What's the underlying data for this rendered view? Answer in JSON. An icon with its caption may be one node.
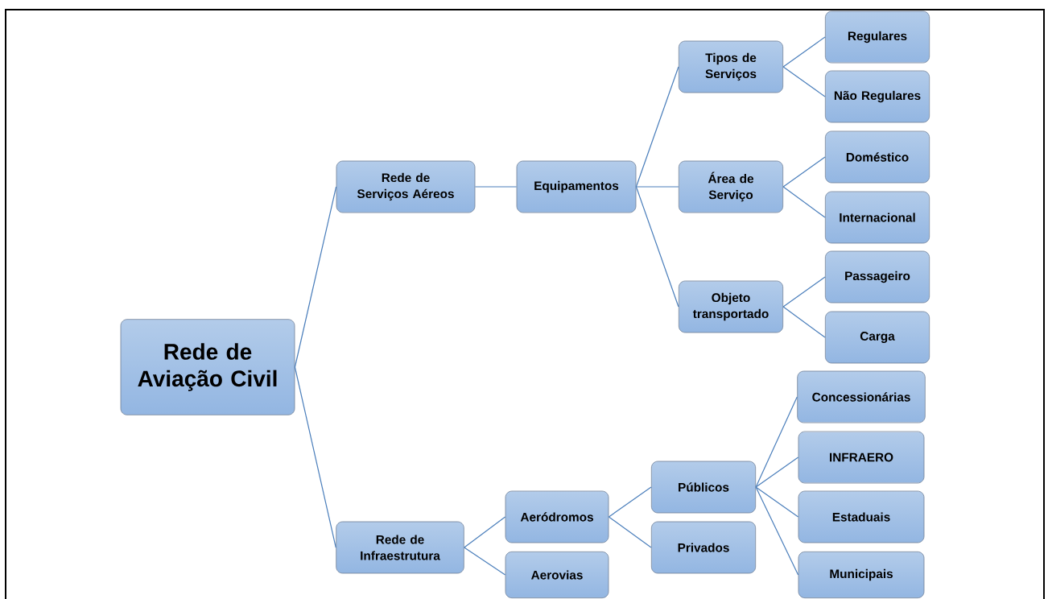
{
  "diagram": {
    "nodes": [
      {
        "text": [
          "Rede de Aviação Civil"
        ]
      },
      {
        "text": [
          "Rede de Serviços Aéreos"
        ]
      },
      {
        "text": [
          "Equipamentos"
        ]
      },
      {
        "text": [
          "Tipos de Serviços"
        ]
      },
      {
        "text": [
          "Regulares"
        ]
      },
      {
        "text": [
          "Não Regulares"
        ]
      },
      {
        "text": [
          "Área de Serviço"
        ]
      },
      {
        "text": [
          "Doméstico"
        ]
      },
      {
        "text": [
          "Internacional"
        ]
      },
      {
        "text": [
          "Objeto transportado"
        ]
      },
      {
        "text": [
          "Passageiro"
        ]
      },
      {
        "text": [
          "Carga"
        ]
      },
      {
        "text": [
          "Rede de Infraestrutura"
        ]
      },
      {
        "text": [
          "Aeródromos"
        ]
      },
      {
        "text": [
          "Aerovias"
        ]
      },
      {
        "text": [
          "Públicos"
        ]
      },
      {
        "text": [
          "Privados"
        ]
      },
      {
        "text": [
          "Concessionárias"
        ]
      },
      {
        "text": [
          "INFRAERO"
        ]
      },
      {
        "text": [
          "Estaduais"
        ]
      },
      {
        "text": [
          "Municipais"
        ]
      }
    ],
    "edges": [
      {
        "from": 0,
        "to": 1,
        "arrow": "none"
      },
      {
        "from": 0,
        "to": 12,
        "arrow": "none"
      },
      {
        "from": 1,
        "to": 2,
        "arrow": "none"
      },
      {
        "from": 2,
        "to": 3,
        "arrow": "none"
      },
      {
        "from": 2,
        "to": 6,
        "arrow": "none"
      },
      {
        "from": 2,
        "to": 9,
        "arrow": "none"
      },
      {
        "from": 3,
        "to": 4,
        "arrow": "none"
      },
      {
        "from": 3,
        "to": 5,
        "arrow": "none"
      },
      {
        "from": 6,
        "to": 7,
        "arrow": "none"
      },
      {
        "from": 6,
        "to": 8,
        "arrow": "none"
      },
      {
        "from": 9,
        "to": 10,
        "arrow": "none"
      },
      {
        "from": 9,
        "to": 11,
        "arrow": "none"
      },
      {
        "from": 12,
        "to": 13,
        "arrow": "none"
      },
      {
        "from": 12,
        "to": 14,
        "arrow": "none"
      },
      {
        "from": 13,
        "to": 15,
        "arrow": "none"
      },
      {
        "from": 13,
        "to": 16,
        "arrow": "none"
      },
      {
        "from": 15,
        "to": 17,
        "arrow": "none"
      },
      {
        "from": 15,
        "to": 18,
        "arrow": "none"
      },
      {
        "from": 15,
        "to": 19,
        "arrow": "none"
      },
      {
        "from": 15,
        "to": 20,
        "arrow": "none"
      }
    ]
  }
}
